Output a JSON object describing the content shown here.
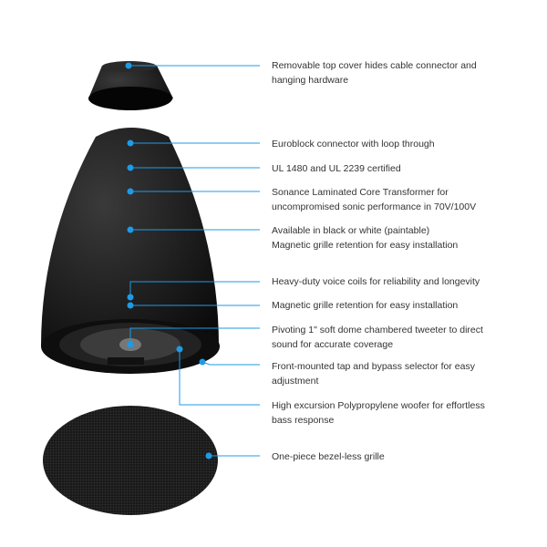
{
  "accent_color": "#1e9be6",
  "callouts": [
    {
      "text": "Removable top cover hides cable connector and\nhanging hardware"
    },
    {
      "text": "Euroblock connector with loop through"
    },
    {
      "text": "UL 1480 and UL 2239 certified"
    },
    {
      "text": "Sonance Laminated Core Transformer for\nuncompromised sonic performance  in 70V/100V"
    },
    {
      "text": "Available in black or white (paintable)\nMagnetic grille retention for easy installation"
    },
    {
      "text": "Heavy-duty voice coils for reliability and longevity"
    },
    {
      "text": "Magnetic grille retention for easy installation"
    },
    {
      "text": "Pivoting 1\" soft dome chambered tweeter to direct\nsound for accurate coverage"
    },
    {
      "text": "Front-mounted tap and bypass selector for easy\nadjustment"
    },
    {
      "text": "High excursion Polypropylene woofer for effortless\nbass response"
    },
    {
      "text": "One-piece bezel-less grille"
    }
  ]
}
